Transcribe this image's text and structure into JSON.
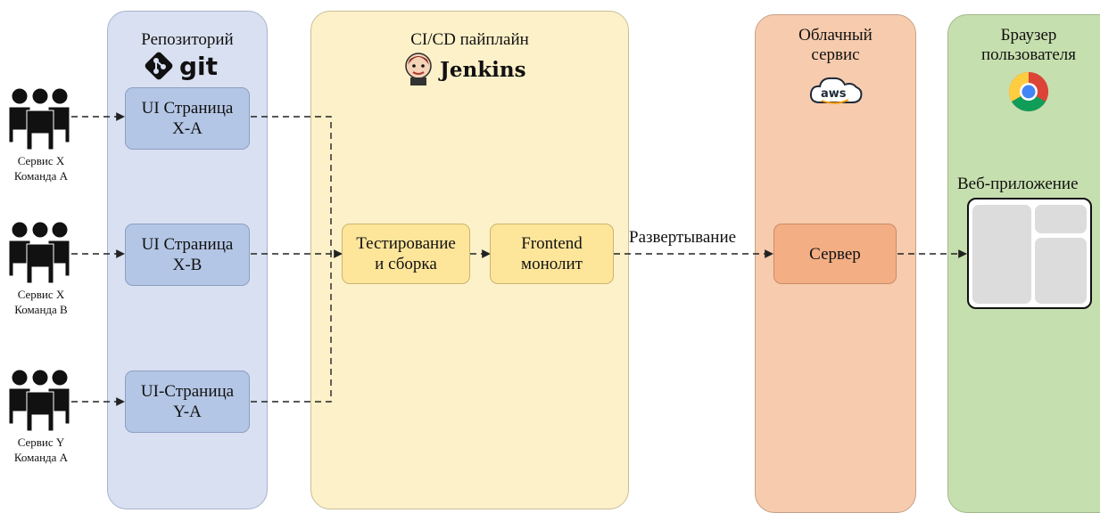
{
  "lanes": {
    "repo": {
      "title": "Репозиторий",
      "logo_text": "git",
      "icon": "git-icon"
    },
    "ci": {
      "title": "CI/CD пайплайн",
      "logo_text": "Jenkins",
      "icon": "jenkins-icon"
    },
    "cloud": {
      "title": "Облачный\nсервис",
      "logo_text": "aws",
      "icon": "aws-icon"
    },
    "browser": {
      "title": "Браузер\nпользователя",
      "icon": "chrome-icon"
    }
  },
  "teams": [
    {
      "label": "Сервис X\nКоманда А",
      "icon": "people-icon"
    },
    {
      "label": "Сервис X\nКоманда B",
      "icon": "people-icon"
    },
    {
      "label": "Сервис Y\nКоманда А",
      "icon": "people-icon"
    }
  ],
  "repo_nodes": [
    {
      "label": "UI Страница\nX-A"
    },
    {
      "label": "UI Страница\nX-B"
    },
    {
      "label": "UI-Страница\nY-A"
    }
  ],
  "ci_nodes": {
    "test_build": "Тестирование\nи сборка",
    "frontend": "Frontend\nмонолит"
  },
  "deploy_label": "Развертывание",
  "server_label": "Сервер",
  "webapp_label": "Веб-приложение",
  "colors": {
    "repo_lane": "#d9e0f1",
    "ci_lane": "#fdf1c9",
    "cloud_lane": "#f7cbad",
    "browser_lane": "#c6dfae",
    "repo_node": "#b4c6e5",
    "ci_node": "#fde59a",
    "server_node": "#f3ae84"
  }
}
